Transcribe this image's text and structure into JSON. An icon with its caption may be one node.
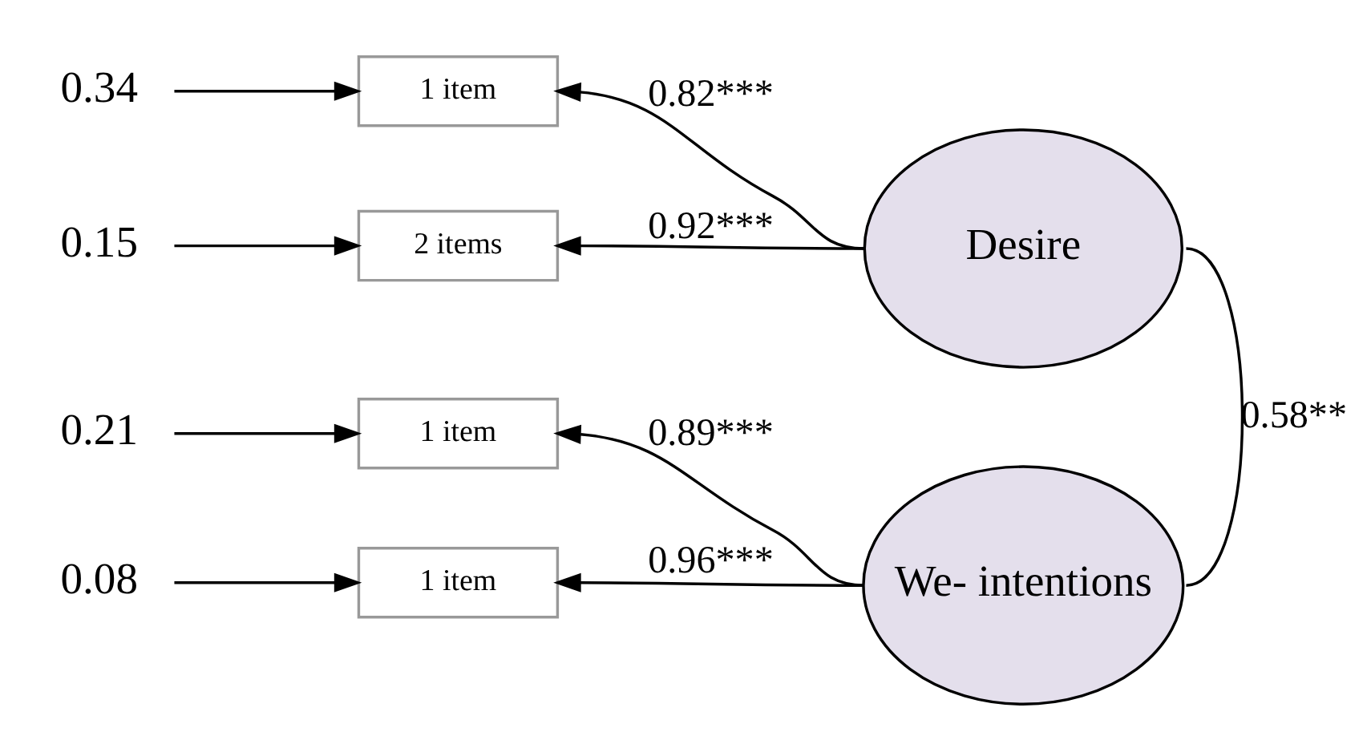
{
  "diagram": {
    "nodes": [
      {
        "text": [
          "0.34"
        ]
      },
      {
        "text": [
          "1 item"
        ]
      },
      {
        "text": [
          "0.15"
        ]
      },
      {
        "text": [
          "2 items"
        ]
      },
      {
        "text": [
          "Desire"
        ]
      },
      {
        "text": [
          "0.21"
        ]
      },
      {
        "text": [
          "1 item"
        ]
      },
      {
        "text": [
          "0.08"
        ]
      },
      {
        "text": [
          "1 item"
        ]
      },
      {
        "text": [
          "We- intentions"
        ]
      }
    ],
    "edges": [
      {
        "from": 0,
        "to": 1,
        "arrow": "to"
      },
      {
        "from": 2,
        "to": 3,
        "arrow": "to"
      },
      {
        "from": 4,
        "to": 1,
        "arrow": "to",
        "label": "0.82***"
      },
      {
        "from": 4,
        "to": 3,
        "arrow": "to",
        "label": "0.92***"
      },
      {
        "from": 4,
        "to": 9,
        "arrow": "none",
        "label": "0.58**"
      },
      {
        "from": 5,
        "to": 6,
        "arrow": "to"
      },
      {
        "from": 7,
        "to": 8,
        "arrow": "to"
      },
      {
        "from": 9,
        "to": 6,
        "arrow": "to",
        "label": "0.89***"
      },
      {
        "from": 9,
        "to": 8,
        "arrow": "to",
        "label": "0.96***"
      }
    ]
  }
}
